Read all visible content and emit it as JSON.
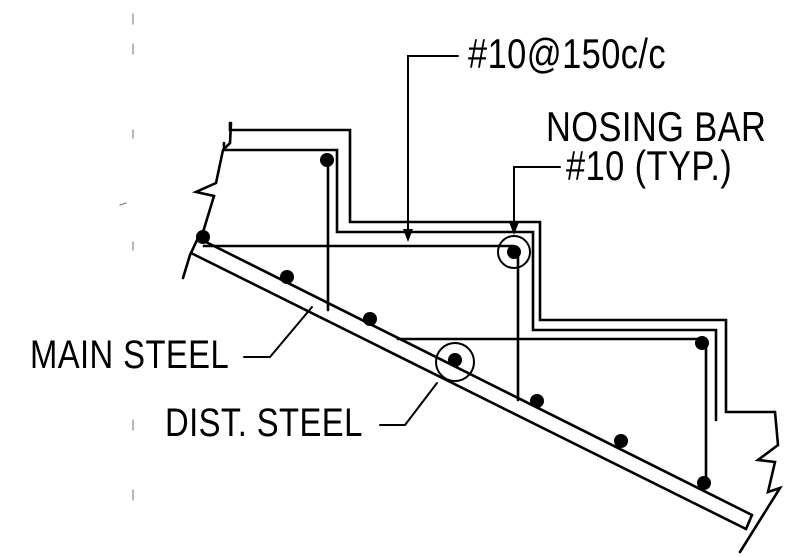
{
  "labels": {
    "bar_spacing": "#10@150c/c",
    "nosing_bar_line1": "NOSING BAR",
    "nosing_bar_line2": "#10 (TYP.)",
    "main_steel": "MAIN STEEL",
    "dist_steel": "DIST. STEEL"
  },
  "colors": {
    "ink": "#000000",
    "background": "#ffffff"
  }
}
